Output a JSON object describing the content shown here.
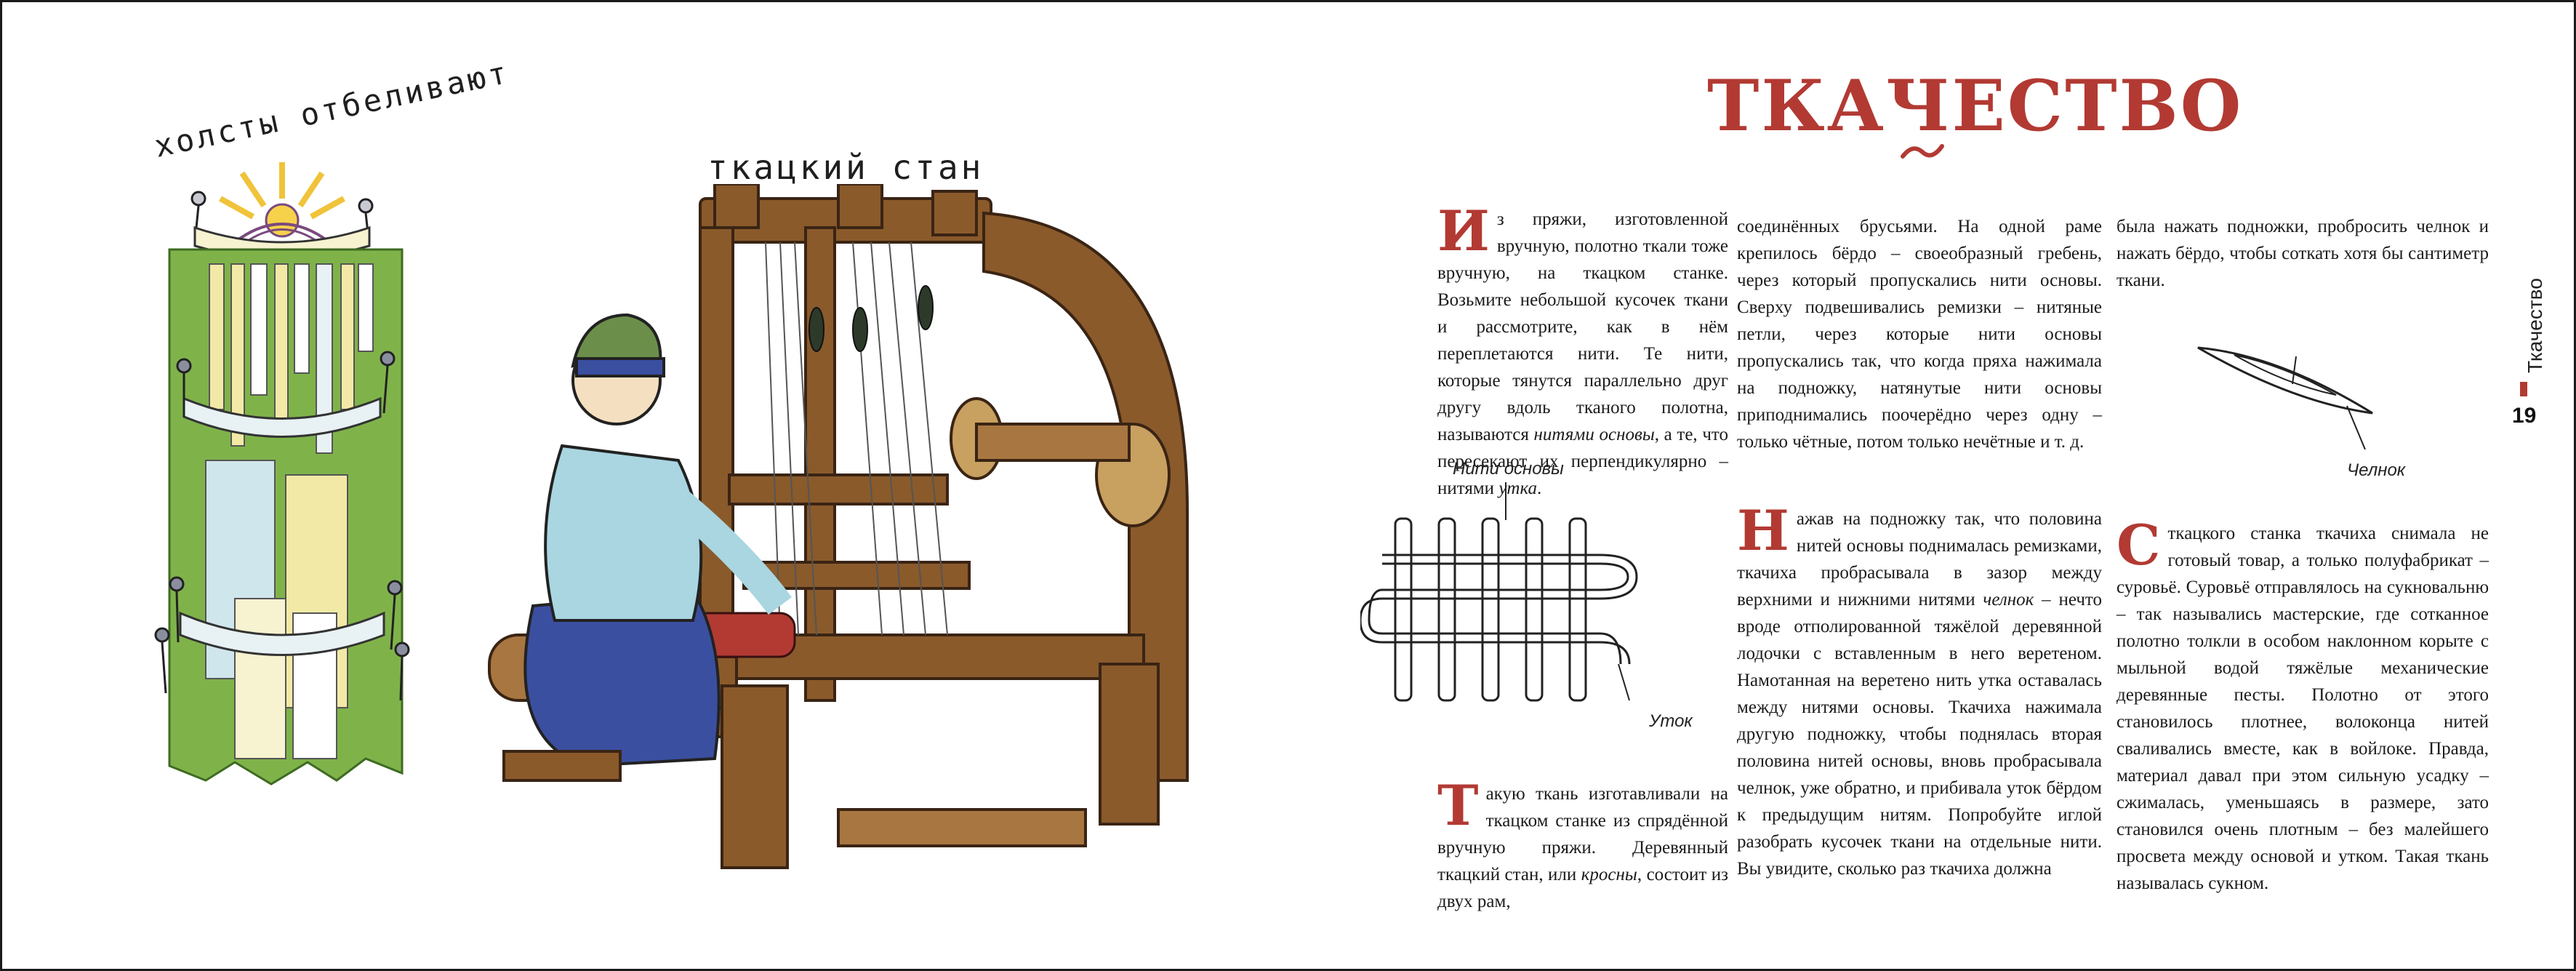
{
  "captions": {
    "bleach": "холсты отбеливают",
    "loom": "ткацкий стан"
  },
  "title": "ТКАЧЕСТВО",
  "side_tab": {
    "label": "Ткачество",
    "page_number": "19"
  },
  "labels": {
    "osnova": "Нити основы",
    "utok": "Уток",
    "chelnok": "Челнок"
  },
  "text": {
    "p1": {
      "dropcap": "И",
      "before1": "з пряжи, изготовленной вручную, полотно ткали тоже вручную, на ткацком станке. Возьмите небольшой кусочек ткани и рассмотрите, как в нём переплетаются нити. Те нити, которые тянутся параллельно друг другу вдоль тканого полотна, называются ",
      "italic1": "нитями основы",
      "middle": ", а те, что пересекают их перпендикулярно – нитями ",
      "italic2": "утка",
      "end": "."
    },
    "p2": "соединённых брусьями. На одной раме крепилось бёрдо – своеобразный гребень, через который пропускались нити основы. Сверху подвешивались ремизки – нитяные петли, через которые нити основы пропускались так, что когда пряха нажимала на подножку, натянутые нити основы приподнимались поочерёдно через одну – только чётные, потом только нечётные и т. д.",
    "p3": "была нажать подножки, пробросить челнок и нажать бёрдо, чтобы соткать хотя бы сантиметр ткани.",
    "p4": {
      "dropcap": "Н",
      "before": "ажав на подножку так, что половина нитей основы поднималась ремизками, ткачиха пробрасывала в зазор между верхними и нижними нитями ",
      "italic": "челнок",
      "after": " – нечто вроде отполированной тяжёлой деревянной лодочки с вставленным в него веретеном. Намотанная на веретено нить утка оставалась между нитями основы. Ткачиха нажимала другую подножку, чтобы поднялась вторая половина нитей основы, вновь пробрасывала челнок, уже обратно, и прибивала уток бёрдом к предыдущим нитям. Попробуйте иглой разобрать кусочек ткани на отдельные нити. Вы увидите, сколько раз ткачиха должна"
    },
    "p5": {
      "dropcap": "С",
      "body": " ткацкого станка ткачиха снимала не готовый товар, а только полуфабрикат – суровьё. Суровьё отправлялось на сукновальню – так назывались мастерские, где сотканное полотно толкли в особом наклонном корыте с мыльной водой тяжёлые механические деревянные песты. Полотно от этого становилось плотнее, волоконца нитей сваливались вместе, как в войлоке. Правда, материал давал при этом сильную усадку – сжималась, уменьшаясь в размере, зато становился очень плотным – без малейшего просвета между основой и утком. Такая ткань называлась сукном."
    },
    "p6": {
      "dropcap": "Т",
      "before": "акую ткань изготавливали на ткацком станке из спрядённой вручную пряжи. Деревянный ткацкий стан, или ",
      "italic": "кросны",
      "after": ", состоит из двух рам,"
    }
  },
  "colors": {
    "accent": "#b23a33",
    "grass": "#7fb34a",
    "wood": "#8a5a2b",
    "cloth": "#f3e9a6",
    "skirt": "#3b4fa0",
    "shirt": "#a9d6e0"
  }
}
